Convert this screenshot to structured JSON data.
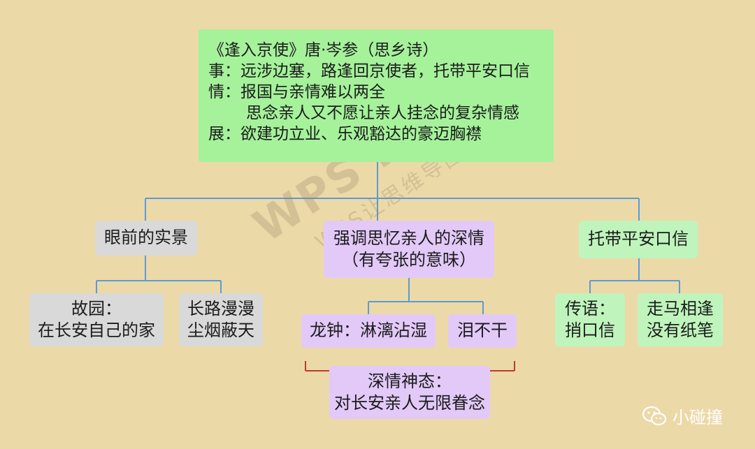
{
  "root": {
    "title": "《逢入京使》唐·岑参（思乡诗）",
    "line1": "事：远涉边塞，路逢回京使者，托带平安口信",
    "line2": "情：报国与亲情难以两全",
    "line3": "思念亲人又不愿让亲人挂念的复杂情感",
    "line4": "展：欲建功立业、乐观豁达的豪迈胸襟"
  },
  "branches": {
    "left": {
      "label": "眼前的实景",
      "children": [
        {
          "l1": "故园：",
          "l2": "在长安自己的家"
        },
        {
          "l1": "长路漫漫",
          "l2": "尘烟蔽天"
        }
      ]
    },
    "middle": {
      "l1": "强调思忆亲人的深情",
      "l2": "（有夸张的意味）",
      "children": [
        {
          "label": "龙钟：淋漓沾湿"
        },
        {
          "label": "泪不干"
        }
      ],
      "summary": {
        "l1": "深情神态：",
        "l2": "对长安亲人无限眷念"
      }
    },
    "right": {
      "label": "托带平安口信",
      "children": [
        {
          "l1": "传语：",
          "l2": "捎口信"
        },
        {
          "l1": "走马相逢",
          "l2": "没有纸笔"
        }
      ]
    }
  },
  "watermark": {
    "big": "WPS Mind",
    "small": "WPS让思维导图能力"
  },
  "brand": {
    "name": "小碰撞"
  },
  "colors": {
    "background": "#ecd9a8",
    "root": "#a5f29b",
    "gray_node": "#d9d9d9",
    "purple_node": "#e3c9f8",
    "green_node": "#bff5bc",
    "connector": "#5b9bd5",
    "bracket": "#c0392b"
  }
}
